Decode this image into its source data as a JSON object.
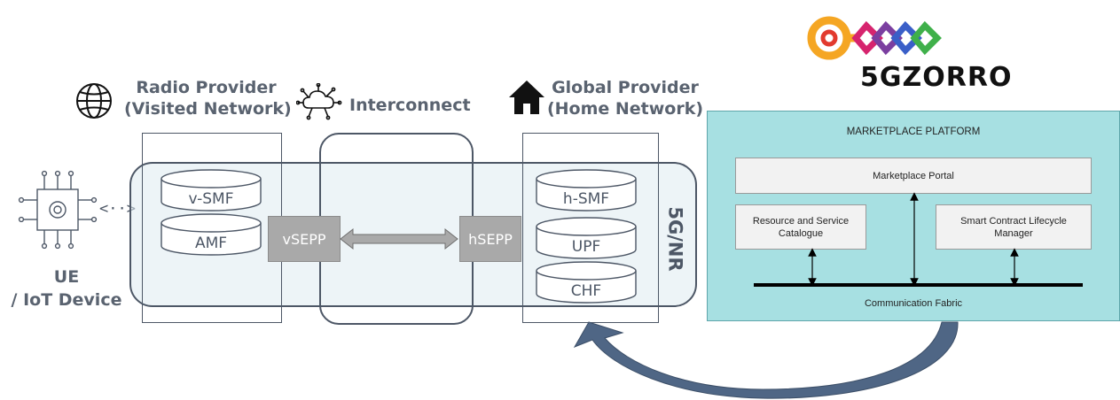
{
  "logo": {
    "text": "5GZORRO"
  },
  "regions": {
    "radio_provider": {
      "line1": "Radio Provider",
      "line2": "(Visited Network)"
    },
    "interconnect": {
      "label": "Interconnect"
    },
    "global_provider": {
      "line1": "Global Provider",
      "line2": "(Home Network)"
    }
  },
  "ue": {
    "line1": "UE",
    "line2": "/ IoT Device",
    "link_glyph": "<··>"
  },
  "network_functions": {
    "visited": [
      "v-SMF",
      "AMF"
    ],
    "home": [
      "h-SMF",
      "UPF",
      "CHF"
    ]
  },
  "sepp": {
    "visited": "vSEPP",
    "home": "hSEPP"
  },
  "band_label": "5G/NR",
  "marketplace": {
    "title": "MARKETPLACE PLATFORM",
    "portal": "Marketplace Portal",
    "catalogue": "Resource and Service Catalogue",
    "smart_contract": "Smart Contract Lifecycle Manager",
    "fabric": "Communication Fabric"
  },
  "icons": [
    "globe-icon",
    "cloud-network-icon",
    "home-icon",
    "chip-icon",
    "logo-key-icon",
    "curved-arrow-icon"
  ],
  "colors": {
    "text_gray": "#5a6370",
    "band_fill": "#dfebf0",
    "sepp_fill": "#a9a9a9",
    "marketplace_fill": "#a7e0e2",
    "arrow_fill": "#4f6685"
  }
}
